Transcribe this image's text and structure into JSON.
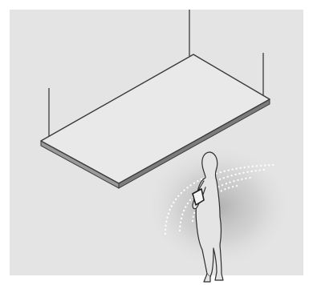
{
  "scene": {
    "subject": "suspended-ceiling-panel",
    "figure": "standing-person-holding-device",
    "signal": "wireless-waves"
  },
  "colors": {
    "background_frame": "#ffffff",
    "background_panel": "#e4e4e4",
    "line": "#3a3a3a",
    "panel_top": "#e9e9e9",
    "panel_edge": "#8a8a8a",
    "signal_dots": "#ffffff",
    "halo": "#bcbcbc"
  },
  "signal_arcs": {
    "count": 4
  }
}
